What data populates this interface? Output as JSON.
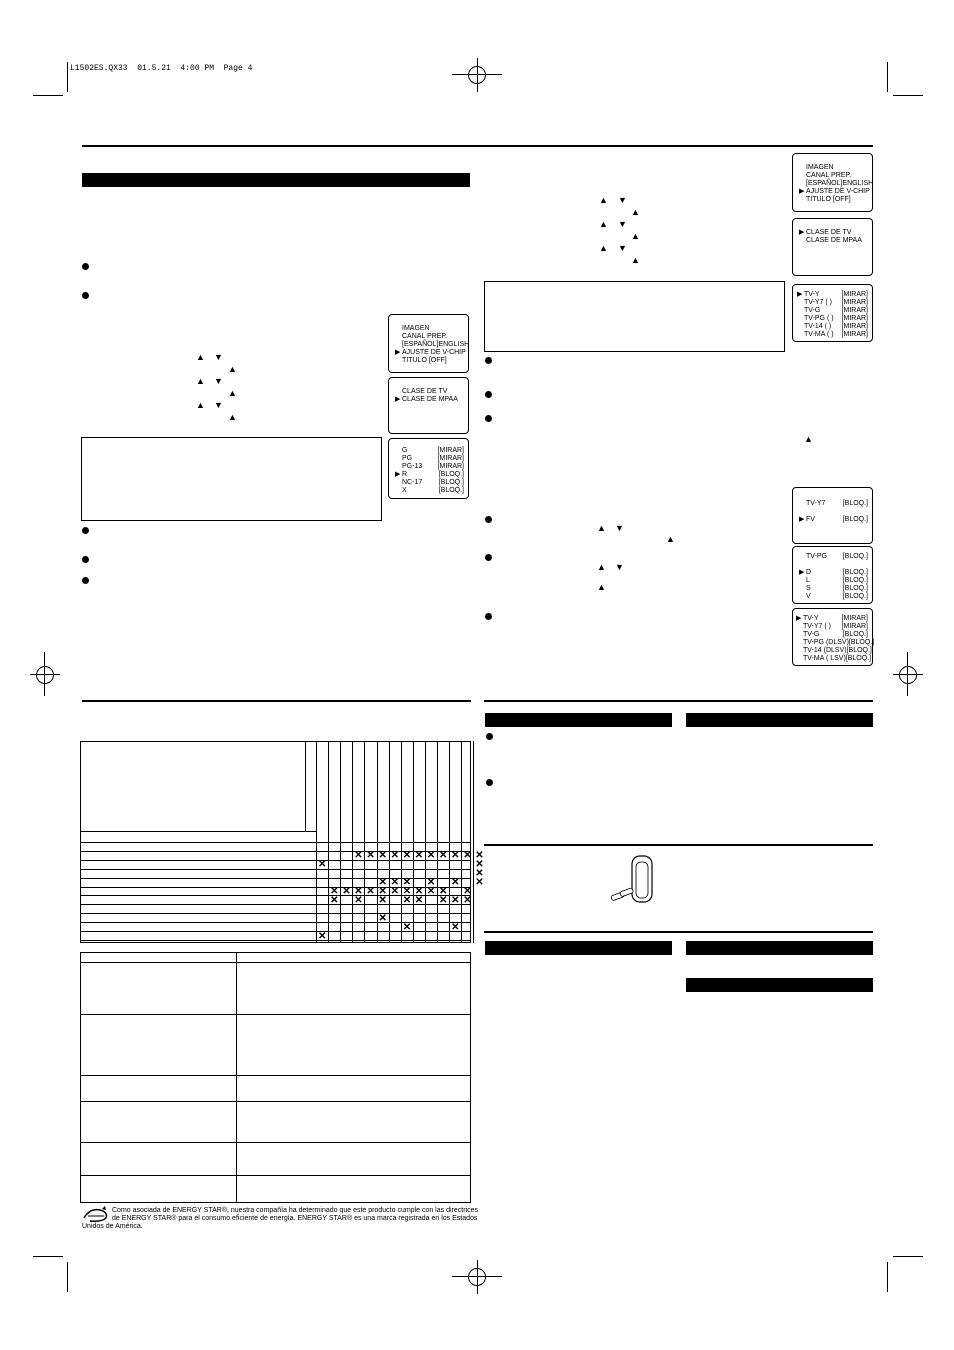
{
  "header": {
    "slug": "L1502ES.QX33  01.5.21  4:00 PM  Page 4"
  },
  "menus": {
    "left_main": [
      {
        "arrow": "",
        "label": "IMAGEN"
      },
      {
        "arrow": "",
        "label": "CANAL PREP."
      },
      {
        "arrow": "",
        "label": "[ESPAÑOL]ENGLISH"
      },
      {
        "arrow": "▶",
        "label": "AJUSTE DE V-CHIP"
      },
      {
        "arrow": "",
        "label": "TITULO [OFF]"
      }
    ],
    "left_class": [
      {
        "arrow": "",
        "label": "CLASE DE TV"
      },
      {
        "arrow": "▶",
        "label": "CLASE DE MPAA"
      }
    ],
    "left_mpaa": [
      {
        "arrow": "",
        "label": "G",
        "value": "[MIRAR]"
      },
      {
        "arrow": "",
        "label": "PG",
        "value": "[MIRAR]"
      },
      {
        "arrow": "",
        "label": "PG-13",
        "value": "[MIRAR]"
      },
      {
        "arrow": "▶",
        "label": "R",
        "value": "[BLOQ.]"
      },
      {
        "arrow": "",
        "label": "NC-17",
        "value": "[BLOQ.]"
      },
      {
        "arrow": "",
        "label": "X",
        "value": "[BLOQ.]"
      }
    ],
    "right_main": [
      {
        "arrow": "",
        "label": "IMAGEN"
      },
      {
        "arrow": "",
        "label": "CANAL PREP."
      },
      {
        "arrow": "",
        "label": "[ESPAÑOL]ENGLISH"
      },
      {
        "arrow": "▶",
        "label": "AJUSTE DE V-CHIP"
      },
      {
        "arrow": "",
        "label": "TITULO [OFF]"
      }
    ],
    "right_class": [
      {
        "arrow": "▶",
        "label": "CLASE DE TV"
      },
      {
        "arrow": "",
        "label": "CLASE DE MPAA"
      }
    ],
    "right_tv": [
      {
        "arrow": "▶",
        "label": "TV-Y",
        "value": "[MIRAR]"
      },
      {
        "arrow": "",
        "label": "TV-Y7  (      )",
        "value": "[MIRAR]"
      },
      {
        "arrow": "",
        "label": "TV-G",
        "value": "[MIRAR]"
      },
      {
        "arrow": "",
        "label": "TV-PG  (      )",
        "value": "[MIRAR]"
      },
      {
        "arrow": "",
        "label": "TV-14  (      )",
        "value": "[MIRAR]"
      },
      {
        "arrow": "",
        "label": "TV-MA  (      )",
        "value": "[MIRAR]"
      }
    ],
    "right_y7": [
      {
        "arrow": "",
        "label": "TV-Y7",
        "value": "[BLOQ.]"
      },
      {
        "arrow": "",
        "label": "",
        "value": ""
      },
      {
        "arrow": "▶",
        "label": "FV",
        "value": "[BLOQ.]"
      }
    ],
    "right_pg": [
      {
        "arrow": "",
        "label": "TV-PG",
        "value": "[BLOQ.]"
      },
      {
        "arrow": "",
        "label": "",
        "value": ""
      },
      {
        "arrow": "▶",
        "label": "D",
        "value": "[BLOQ.]"
      },
      {
        "arrow": "",
        "label": "L",
        "value": "[BLOQ.]"
      },
      {
        "arrow": "",
        "label": "S",
        "value": "[BLOQ.]"
      },
      {
        "arrow": "",
        "label": "V",
        "value": "[BLOQ.]"
      }
    ],
    "right_final": [
      {
        "arrow": "▶",
        "label": "TV-Y",
        "value": "[MIRAR]"
      },
      {
        "arrow": "",
        "label": "TV-Y7  (      )",
        "value": "[MIRAR]"
      },
      {
        "arrow": "",
        "label": "TV-G",
        "value": "[BLOQ.]"
      },
      {
        "arrow": "",
        "label": "TV-PG (DLSV)",
        "value": "[BLOQ.]"
      },
      {
        "arrow": "",
        "label": "TV-14   (DLSV)",
        "value": "[BLOQ.]"
      },
      {
        "arrow": "",
        "label": "TV-MA (    LSV)",
        "value": "[BLOQ.]"
      }
    ]
  },
  "arrows": {
    "up": "▲",
    "down": "▼"
  },
  "grid_marks": {
    "mark": "✕",
    "rows": [
      [],
      [
        3,
        4,
        5,
        6,
        7,
        8,
        9,
        10,
        11,
        12,
        13
      ],
      [
        0,
        13
      ],
      [
        13
      ],
      [
        5,
        6,
        7,
        9,
        11,
        13
      ],
      [
        1,
        2,
        3,
        4,
        5,
        6,
        7,
        8,
        9,
        10,
        12
      ],
      [
        1,
        3,
        5,
        7,
        8,
        10,
        11,
        12
      ],
      [],
      [
        5
      ],
      [
        7,
        11
      ],
      [
        0
      ]
    ]
  },
  "footer": {
    "energy_line1": "Como asociada de ENERGY STAR®, nuestra compañía ha determinado que este producto cumple con las directrices",
    "energy_line2": "de ENERGY STAR® para el consumo eficiente de energía. ENERGY STAR® es una marca registrada en los Estados",
    "energy_line3": "Unidos de América."
  }
}
